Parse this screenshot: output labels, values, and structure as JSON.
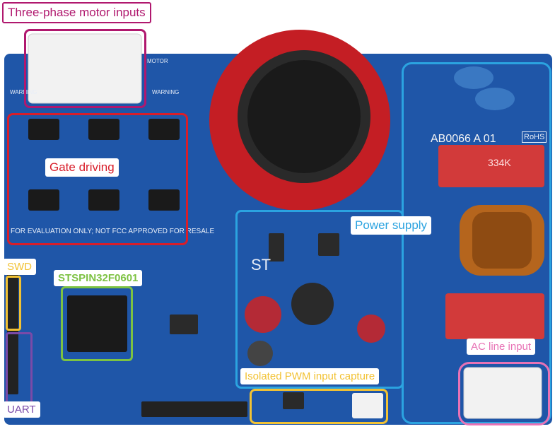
{
  "labels": {
    "motor_inputs": "Three-phase motor inputs",
    "gate_driving": "Gate driving",
    "power_supply": "Power supply",
    "swd": "SWD",
    "mcu": "STSPIN32F0601",
    "pwm_capture": "Isolated PWM input capture",
    "ac_line": "AC line input",
    "uart": "UART"
  },
  "silkscreen": {
    "fcc_note": "FOR EVALUATION ONLY; NOT FCC APPROVED FOR RESALE",
    "board_id": "AB0066 A 01",
    "rohs": "RoHS",
    "filter_cap": "334K",
    "warning": "WARNING",
    "motor": "MOTOR"
  },
  "colors": {
    "motor_inputs": "#b0186e",
    "gate_driving": "#d81e2a",
    "power_supply": "#2ba3e0",
    "swd": "#f2c233",
    "mcu": "#7dc242",
    "pwm_capture": "#f2c233",
    "ac_line": "#e872b5",
    "uart": "#7a4aa8",
    "board": "#1f56a8"
  }
}
